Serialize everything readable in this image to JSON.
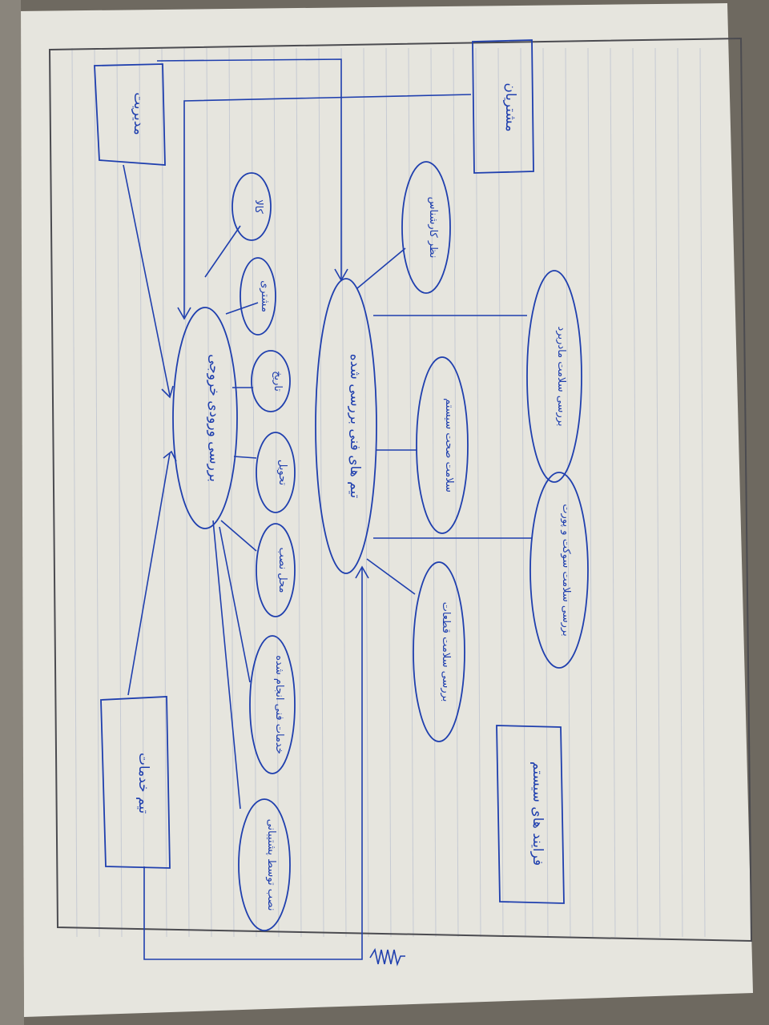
{
  "diagram": {
    "boxes": {
      "management": "مدیریت",
      "customers": "مشتریان",
      "service_team": "تیم خدمات",
      "system_processes": "فرایند های سیستم"
    },
    "process_a": {
      "label": "بررسی ورودی خروجی",
      "attributes": [
        {
          "key": "goods",
          "label": "کالا"
        },
        {
          "key": "customer",
          "label": "مشتری"
        },
        {
          "key": "date",
          "label": "تاریخ"
        },
        {
          "key": "delivery",
          "label": "تحویل"
        },
        {
          "key": "install_location",
          "label": "محل نصب"
        },
        {
          "key": "technical_services",
          "label": "خدمات فنی انجام شده"
        },
        {
          "key": "installer",
          "label": "نصب توسط پشتیبانی"
        }
      ]
    },
    "process_b": {
      "label": "تیم های فنی بررسی شده",
      "attributes": [
        {
          "key": "expert_opinion",
          "label": "نظر کارشناس"
        },
        {
          "key": "board_health",
          "label": "بررسی سلامت مادربرد"
        },
        {
          "key": "system_health",
          "label": "سلامت صحت سیستم"
        },
        {
          "key": "port_health",
          "label": "بررسی سلامت سوکت و پورت"
        },
        {
          "key": "parts_health",
          "label": "بررسی سلامت قطعات"
        }
      ]
    },
    "colors": {
      "ink": "#1f3fae",
      "paper": "#ecece6",
      "background": "#6e6960"
    }
  }
}
